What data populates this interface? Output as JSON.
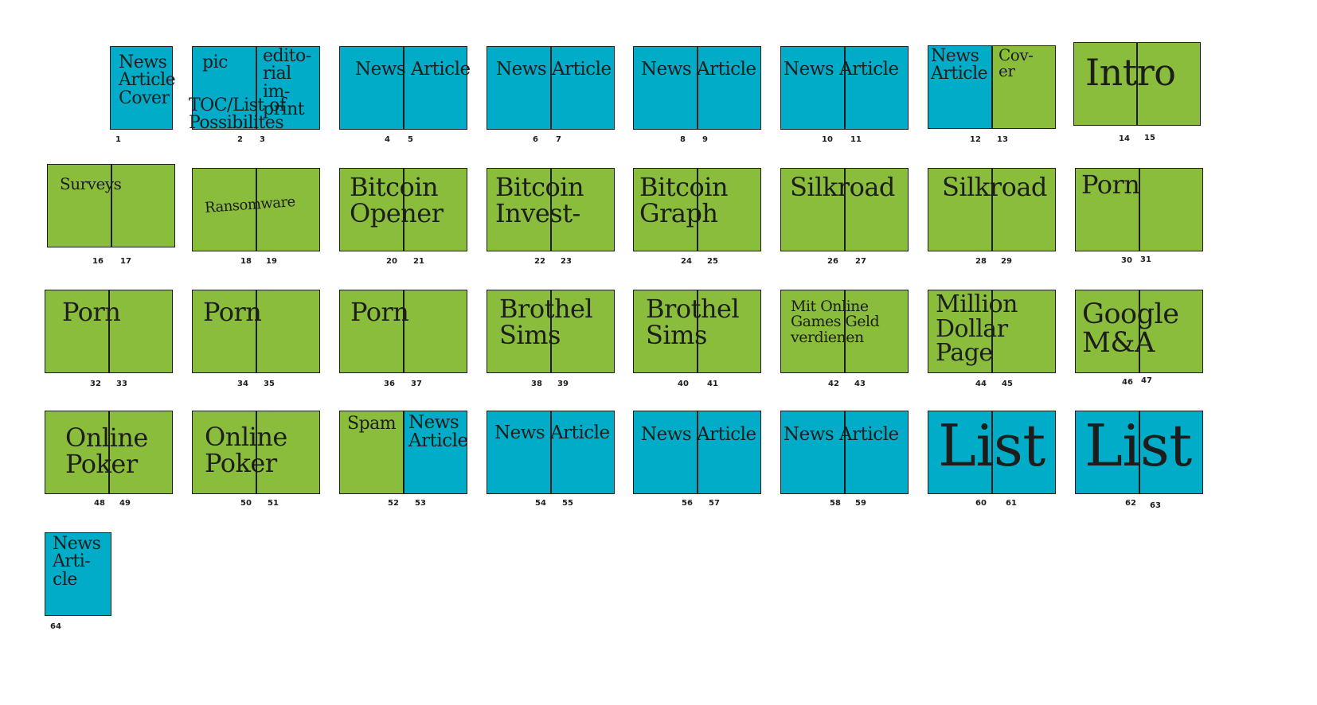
{
  "colors": {
    "news": "#00acc8",
    "feature": "#8abd3c",
    "outline": "#1d1d1b"
  },
  "spreads": [
    {
      "id": "s1",
      "pages": [
        "1"
      ],
      "colors": [
        "news"
      ],
      "label": "News\nArticle\nCover"
    },
    {
      "id": "s2",
      "pages": [
        "2",
        "3"
      ],
      "colors": [
        "news",
        "news"
      ],
      "labels": [
        "pic",
        "edito-\nrial\nim-\nprint",
        "TOC/List of\nPossibilites"
      ]
    },
    {
      "id": "s3",
      "pages": [
        "4",
        "5"
      ],
      "colors": [
        "news",
        "news"
      ],
      "label": "News Article"
    },
    {
      "id": "s4",
      "pages": [
        "6",
        "7"
      ],
      "colors": [
        "news",
        "news"
      ],
      "label": "News Article"
    },
    {
      "id": "s5",
      "pages": [
        "8",
        "9"
      ],
      "colors": [
        "news",
        "news"
      ],
      "label": "News Article"
    },
    {
      "id": "s6",
      "pages": [
        "10",
        "11"
      ],
      "colors": [
        "news",
        "news"
      ],
      "label": "News Article"
    },
    {
      "id": "s7",
      "pages": [
        "12",
        "13"
      ],
      "colors": [
        "news",
        "feature"
      ],
      "labels": [
        "News\nArticle",
        "Cov-\ner"
      ]
    },
    {
      "id": "s8",
      "pages": [
        "14",
        "15"
      ],
      "colors": [
        "feature",
        "feature"
      ],
      "label": "Intro"
    },
    {
      "id": "s9",
      "pages": [
        "16",
        "17"
      ],
      "colors": [
        "feature",
        "feature"
      ],
      "label": "Surveys"
    },
    {
      "id": "s10",
      "pages": [
        "18",
        "19"
      ],
      "colors": [
        "feature",
        "feature"
      ],
      "label": "Ransomware"
    },
    {
      "id": "s11",
      "pages": [
        "20",
        "21"
      ],
      "colors": [
        "feature",
        "feature"
      ],
      "label": "Bitcoin\nOpener"
    },
    {
      "id": "s12",
      "pages": [
        "22",
        "23"
      ],
      "colors": [
        "feature",
        "feature"
      ],
      "label": "Bitcoin\nInvest-"
    },
    {
      "id": "s13",
      "pages": [
        "24",
        "25"
      ],
      "colors": [
        "feature",
        "feature"
      ],
      "label": "Bitcoin\nGraph"
    },
    {
      "id": "s14",
      "pages": [
        "26",
        "27"
      ],
      "colors": [
        "feature",
        "feature"
      ],
      "label": "Silkroad"
    },
    {
      "id": "s15",
      "pages": [
        "28",
        "29"
      ],
      "colors": [
        "feature",
        "feature"
      ],
      "label": "Silkroad"
    },
    {
      "id": "s16",
      "pages": [
        "30",
        "31"
      ],
      "colors": [
        "feature",
        "feature"
      ],
      "label": "Porn"
    },
    {
      "id": "s17",
      "pages": [
        "32",
        "33"
      ],
      "colors": [
        "feature",
        "feature"
      ],
      "label": "Porn"
    },
    {
      "id": "s18",
      "pages": [
        "34",
        "35"
      ],
      "colors": [
        "feature",
        "feature"
      ],
      "label": "Porn"
    },
    {
      "id": "s19",
      "pages": [
        "36",
        "37"
      ],
      "colors": [
        "feature",
        "feature"
      ],
      "label": "Porn"
    },
    {
      "id": "s20",
      "pages": [
        "38",
        "39"
      ],
      "colors": [
        "feature",
        "feature"
      ],
      "label": "Brothel\nSims"
    },
    {
      "id": "s21",
      "pages": [
        "40",
        "41"
      ],
      "colors": [
        "feature",
        "feature"
      ],
      "label": "Brothel\nSims"
    },
    {
      "id": "s22",
      "pages": [
        "42",
        "43"
      ],
      "colors": [
        "feature",
        "feature"
      ],
      "label": "Mit Online\nGames Geld\nverdienen"
    },
    {
      "id": "s23",
      "pages": [
        "44",
        "45"
      ],
      "colors": [
        "feature",
        "feature"
      ],
      "label": "Million\nDollar\nPage"
    },
    {
      "id": "s24",
      "pages": [
        "46",
        "47"
      ],
      "colors": [
        "feature",
        "feature"
      ],
      "label": "Google\nM&A"
    },
    {
      "id": "s25",
      "pages": [
        "48",
        "49"
      ],
      "colors": [
        "feature",
        "feature"
      ],
      "label": "Online\nPoker"
    },
    {
      "id": "s26",
      "pages": [
        "50",
        "51"
      ],
      "colors": [
        "feature",
        "feature"
      ],
      "label": "Online\nPoker"
    },
    {
      "id": "s27",
      "pages": [
        "52",
        "53"
      ],
      "colors": [
        "feature",
        "news"
      ],
      "labels": [
        "Spam",
        "News\nArticle"
      ]
    },
    {
      "id": "s28",
      "pages": [
        "54",
        "55"
      ],
      "colors": [
        "news",
        "news"
      ],
      "label": "News Article"
    },
    {
      "id": "s29",
      "pages": [
        "56",
        "57"
      ],
      "colors": [
        "news",
        "news"
      ],
      "label": "News Article"
    },
    {
      "id": "s30",
      "pages": [
        "58",
        "59"
      ],
      "colors": [
        "news",
        "news"
      ],
      "label": "News Article"
    },
    {
      "id": "s31",
      "pages": [
        "60",
        "61"
      ],
      "colors": [
        "news",
        "news"
      ],
      "label": "List"
    },
    {
      "id": "s32",
      "pages": [
        "62",
        "63"
      ],
      "colors": [
        "news",
        "news"
      ],
      "label": "List"
    },
    {
      "id": "s33",
      "pages": [
        "64"
      ],
      "colors": [
        "news"
      ],
      "label": "News\nArti-\ncle"
    }
  ]
}
